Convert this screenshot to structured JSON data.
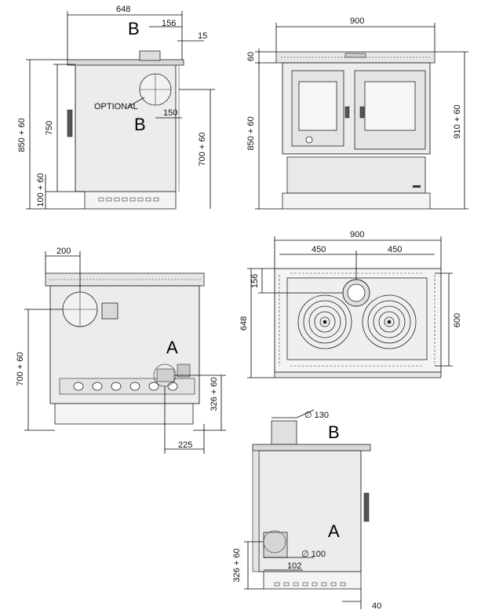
{
  "views": {
    "side_view": {
      "dim_width": "648",
      "dim_flue_offset": "156",
      "dim_flue_gap": "15",
      "dim_total_height": "850 + 60",
      "dim_body_height": "750",
      "dim_rear_outlet_height": "700 + 60",
      "dim_plinth": "100 + 60",
      "dim_rear_offset": "150",
      "label_optional": "OPTIONAL",
      "marker_top": "B",
      "marker_rear": "B"
    },
    "front_view": {
      "dim_width": "900",
      "dim_top_rail": "60",
      "dim_front_height": "850 + 60",
      "dim_right_height": "910 + 60"
    },
    "rear_view": {
      "dim_offset_left": "200",
      "dim_outlet_height": "700 + 60",
      "dim_connection_height": "326 + 60",
      "dim_offset_bottom": "225",
      "marker": "A"
    },
    "top_view": {
      "dim_width": "900",
      "dim_half_left": "450",
      "dim_half_right": "450",
      "dim_flue_depth": "156",
      "dim_total_depth": "648",
      "dim_inner_depth": "600"
    },
    "bottom_side_view": {
      "dim_flue_diameter": "∅ 130",
      "marker_top": "B",
      "marker_side": "A",
      "dim_inlet_diameter": "∅ 100",
      "dim_inlet_offset": "102",
      "dim_inlet_height": "326 + 60",
      "dim_foot": "40"
    }
  }
}
